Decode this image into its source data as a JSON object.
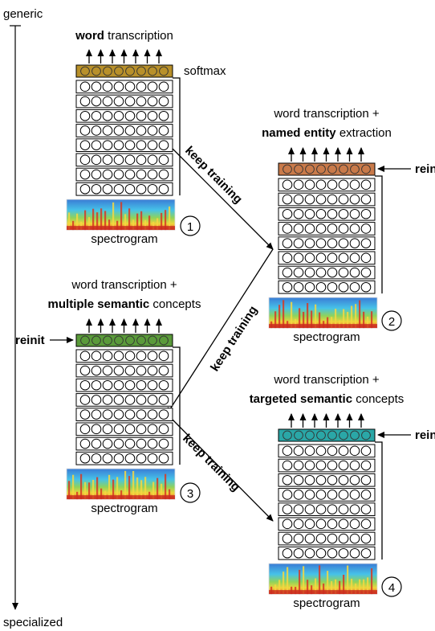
{
  "axis": {
    "top_label": "generic",
    "bottom_label": "specialized"
  },
  "transition_label": "keep training",
  "colors": {
    "stage1_softmax": "#b8902a",
    "stage2_softmax": "#c97a4a",
    "stage3_softmax": "#5a9a3a",
    "stage4_softmax": "#2aa7a7",
    "layer_border": "#000000"
  },
  "stages": [
    {
      "number": "1",
      "title_bold": "word",
      "title_rest": " transcription",
      "softmax_label": "softmax",
      "input_label": "spectrogram",
      "reinit_label": ""
    },
    {
      "number": "2",
      "title_line1": "word transcription +",
      "title_bold": "named entity",
      "title_rest": " extraction",
      "input_label": "spectrogram",
      "reinit_label": "reinit"
    },
    {
      "number": "3",
      "title_line1": "word transcription +",
      "title_bold": "multiple semantic",
      "title_rest": " concepts",
      "input_label": "spectrogram",
      "reinit_label": "reinit"
    },
    {
      "number": "4",
      "title_line1": "word transcription +",
      "title_bold": "targeted semantic",
      "title_rest": " concepts",
      "input_label": "spectrogram",
      "reinit_label": "reinit"
    }
  ]
}
